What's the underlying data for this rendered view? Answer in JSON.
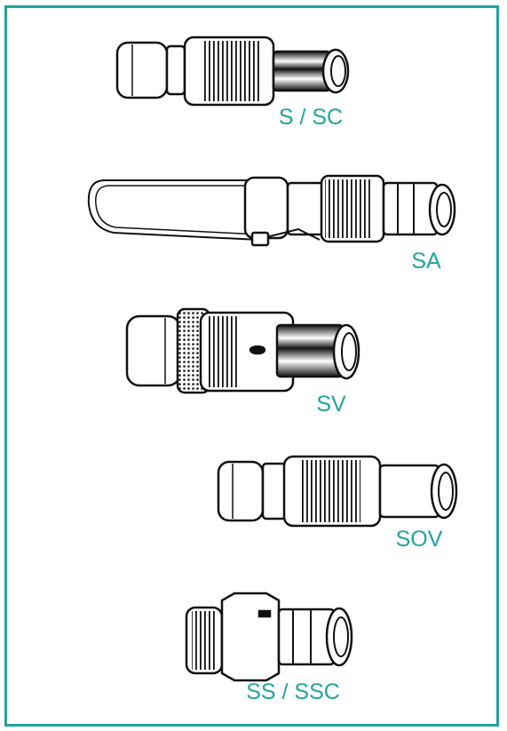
{
  "accent_color": "#22a39f",
  "items": [
    {
      "label": "S / SC",
      "icon": "straight-plug-connector-icon"
    },
    {
      "label": "SA",
      "icon": "plug-with-lanyard-connector-icon"
    },
    {
      "label": "SV",
      "icon": "knurled-plug-connector-icon"
    },
    {
      "label": "SOV",
      "icon": "overmolded-plug-connector-icon"
    },
    {
      "label": "SS / SSC",
      "icon": "short-plug-connector-icon"
    }
  ]
}
